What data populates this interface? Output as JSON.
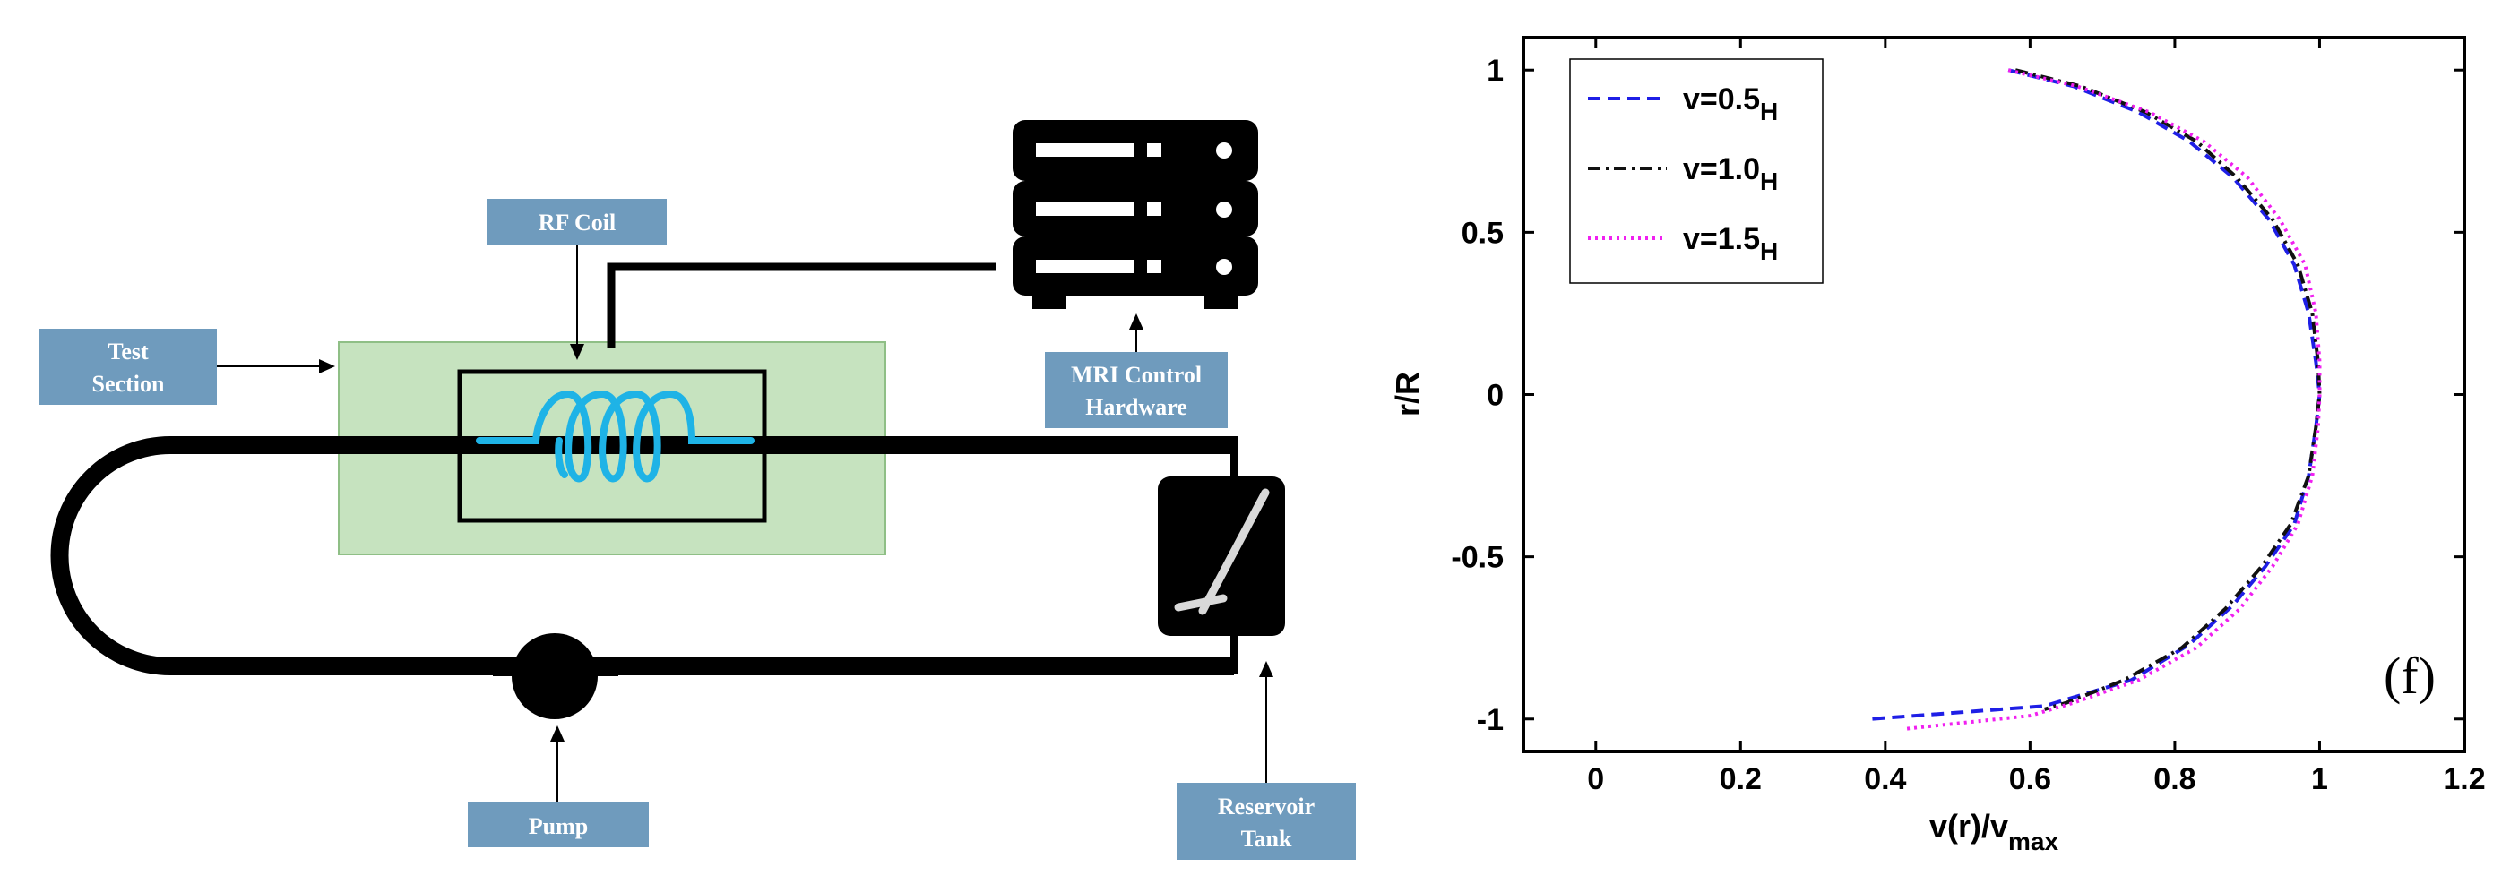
{
  "diagram": {
    "labels": {
      "rf_coil": "RF Coil",
      "test_section_1": "Test",
      "test_section_2": "Section",
      "mri_control_1": "MRI Control",
      "mri_control_2": "Hardware",
      "pump": "Pump",
      "reservoir_1": "Reservoir",
      "reservoir_2": "Tank"
    },
    "colors": {
      "label_box": "#6f9bbd",
      "test_section_fill": "#c6e3bf",
      "test_section_border": "#8fbf86",
      "coil": "#1eb3e6",
      "pipe": "#000000"
    }
  },
  "chart_data": {
    "type": "line",
    "panel_label": "(f)",
    "xlabel": "v(r)/v",
    "xlabel_sub": "max",
    "ylabel": "r/R",
    "xlim": [
      -0.1,
      1.2
    ],
    "ylim": [
      -1.1,
      1.1
    ],
    "xticks": [
      0,
      0.2,
      0.4,
      0.6,
      0.8,
      1,
      1.2
    ],
    "xtick_labels": [
      "0",
      "0.2",
      "0.4",
      "0.6",
      "0.8",
      "1",
      "1.2"
    ],
    "yticks": [
      1,
      0.5,
      0,
      -0.5,
      -1
    ],
    "ytick_labels": [
      "1",
      "0.5",
      "0",
      "-0.5",
      "-1"
    ],
    "legend_position": "top-left",
    "series": [
      {
        "name": "v=0.5",
        "name_sub": "H",
        "color": "#1f1fe6",
        "dash": "dashed",
        "points": [
          [
            0.57,
            1.0
          ],
          [
            0.66,
            0.95
          ],
          [
            0.75,
            0.87
          ],
          [
            0.82,
            0.78
          ],
          [
            0.88,
            0.67
          ],
          [
            0.93,
            0.54
          ],
          [
            0.965,
            0.4
          ],
          [
            0.985,
            0.25
          ],
          [
            0.995,
            0.1
          ],
          [
            1.0,
            0.0
          ],
          [
            0.995,
            -0.1
          ],
          [
            0.985,
            -0.25
          ],
          [
            0.965,
            -0.4
          ],
          [
            0.925,
            -0.53
          ],
          [
            0.88,
            -0.65
          ],
          [
            0.82,
            -0.77
          ],
          [
            0.74,
            -0.88
          ],
          [
            0.62,
            -0.96
          ],
          [
            0.38,
            -1.0
          ]
        ]
      },
      {
        "name": "v=1.0",
        "name_sub": "H",
        "color": "#111111",
        "dash": "dashdot",
        "points": [
          [
            0.58,
            1.0
          ],
          [
            0.67,
            0.95
          ],
          [
            0.76,
            0.87
          ],
          [
            0.83,
            0.78
          ],
          [
            0.885,
            0.67
          ],
          [
            0.935,
            0.54
          ],
          [
            0.97,
            0.4
          ],
          [
            0.99,
            0.25
          ],
          [
            0.998,
            0.1
          ],
          [
            1.0,
            0.0
          ],
          [
            0.995,
            -0.1
          ],
          [
            0.985,
            -0.25
          ],
          [
            0.96,
            -0.4
          ],
          [
            0.92,
            -0.53
          ],
          [
            0.87,
            -0.66
          ],
          [
            0.81,
            -0.78
          ],
          [
            0.73,
            -0.88
          ],
          [
            0.65,
            -0.95
          ],
          [
            0.62,
            -0.97
          ]
        ]
      },
      {
        "name": "v=1.5",
        "name_sub": "H",
        "color": "#f020f0",
        "dash": "dotted",
        "points": [
          [
            0.57,
            1.0
          ],
          [
            0.665,
            0.95
          ],
          [
            0.765,
            0.87
          ],
          [
            0.84,
            0.78
          ],
          [
            0.9,
            0.67
          ],
          [
            0.945,
            0.54
          ],
          [
            0.98,
            0.4
          ],
          [
            0.995,
            0.25
          ],
          [
            1.0,
            0.1
          ],
          [
            1.0,
            0.0
          ],
          [
            0.998,
            -0.1
          ],
          [
            0.99,
            -0.25
          ],
          [
            0.97,
            -0.4
          ],
          [
            0.935,
            -0.53
          ],
          [
            0.89,
            -0.66
          ],
          [
            0.83,
            -0.78
          ],
          [
            0.75,
            -0.88
          ],
          [
            0.66,
            -0.95
          ],
          [
            0.6,
            -0.99
          ],
          [
            0.43,
            -1.03
          ]
        ]
      }
    ]
  }
}
